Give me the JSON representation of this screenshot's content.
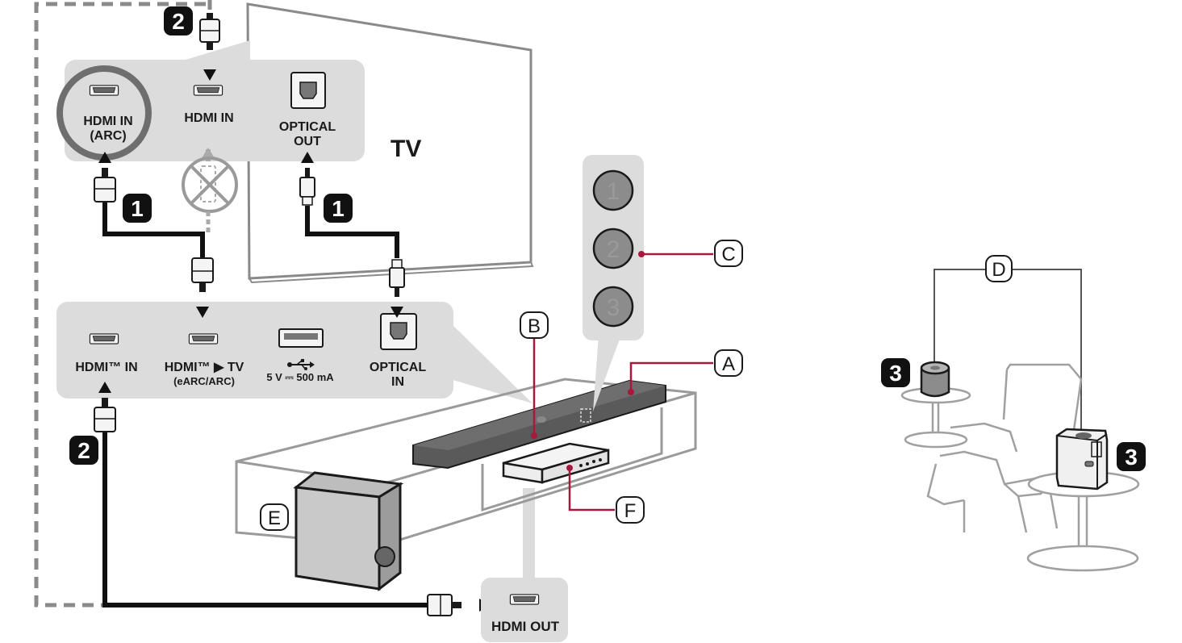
{
  "tv_panel": {
    "hdmi_in_arc_line1": "HDMI IN",
    "hdmi_in_arc_line2": "(ARC)",
    "hdmi_in": "HDMI IN",
    "optical_out_line1": "OPTICAL",
    "optical_out_line2": "OUT",
    "tv_label": "TV"
  },
  "soundbar_panel": {
    "hdmi_in": "HDMI™ IN",
    "hdmi_tv": "HDMI™ ▶ TV",
    "hdmi_tv_sub": "(eARC/ARC)",
    "usb_spec": "5 V ⎓ 500 mA",
    "optical_in_line1": "OPTICAL",
    "optical_in_line2": "IN"
  },
  "device_panel": {
    "hdmi_out": "HDMI OUT"
  },
  "buttons": [
    "1",
    "2",
    "3"
  ],
  "steps": {
    "step1": "1",
    "step2": "2",
    "step3": "3"
  },
  "callouts": {
    "a": "A",
    "b": "B",
    "c": "C",
    "d": "D",
    "e": "E",
    "f": "F"
  },
  "colors": {
    "accent": "#a8183c",
    "panel": "#dcdcdc",
    "cable": "#111111",
    "outline": "#8a8a8a"
  }
}
